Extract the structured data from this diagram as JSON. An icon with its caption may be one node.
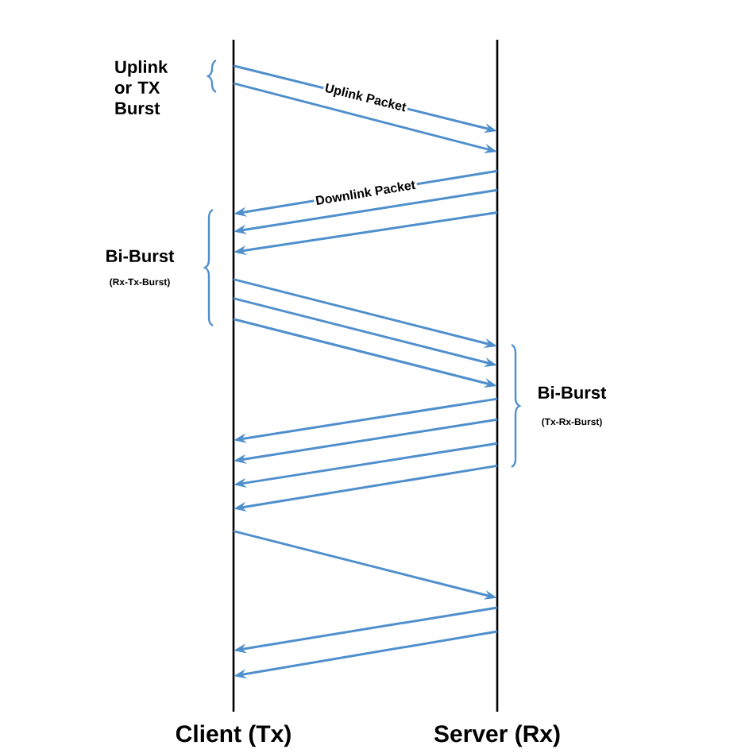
{
  "diagram": {
    "nodes": [
      {
        "text": [
          "Client (Tx)"
        ]
      },
      {
        "text": [
          "Server (Rx)"
        ]
      }
    ],
    "edges": [
      {
        "from": 0,
        "to": 1,
        "arrow": "to",
        "label": "Uplink Packet"
      },
      {
        "from": 0,
        "to": 1,
        "arrow": "to"
      },
      {
        "from": 1,
        "to": 0,
        "arrow": "to",
        "label": "Downlink Packet"
      },
      {
        "from": 1,
        "to": 0,
        "arrow": "to"
      },
      {
        "from": 1,
        "to": 0,
        "arrow": "to"
      },
      {
        "from": 0,
        "to": 1,
        "arrow": "to"
      },
      {
        "from": 0,
        "to": 1,
        "arrow": "to"
      },
      {
        "from": 0,
        "to": 1,
        "arrow": "to"
      },
      {
        "from": 1,
        "to": 0,
        "arrow": "to"
      },
      {
        "from": 1,
        "to": 0,
        "arrow": "to"
      },
      {
        "from": 1,
        "to": 0,
        "arrow": "to"
      },
      {
        "from": 1,
        "to": 0,
        "arrow": "to"
      },
      {
        "from": 0,
        "to": 1,
        "arrow": "to"
      },
      {
        "from": 1,
        "to": 0,
        "arrow": "to"
      },
      {
        "from": 1,
        "to": 0,
        "arrow": "to"
      }
    ],
    "labels": [
      "Uplink or TX Burst",
      "Bi-Burst",
      "(Rx-Tx-Burst)",
      "Bi-Burst",
      "(Tx-Rx-Burst)"
    ]
  }
}
